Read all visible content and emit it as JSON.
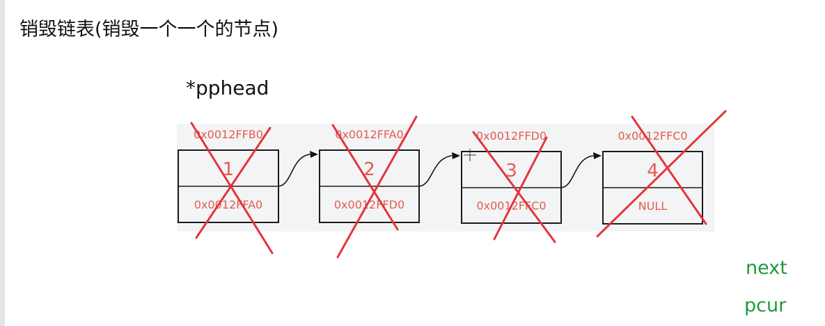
{
  "title": "销毁链表(销毁一个一个的节点)",
  "pointer_label": "*pphead",
  "side_labels": {
    "next": "next",
    "pcur": "pcur"
  },
  "colors": {
    "node_text": "#e45b4f",
    "cross": "#e4343a",
    "label_green": "#1e9a3c",
    "panel_bg": "#f3f4f5",
    "border": "#1a1a1a"
  },
  "nodes": [
    {
      "address": "0x0012FFB0",
      "value": "1",
      "next": "0x0012FFA0"
    },
    {
      "address": "0x0012FFA0",
      "value": "2",
      "next": "0x0012FFD0"
    },
    {
      "address": "0x0012FFD0",
      "value": "3",
      "next": "0x0012FFC0"
    },
    {
      "address": "0x0012FFC0",
      "value": "4",
      "next": "NULL"
    }
  ]
}
